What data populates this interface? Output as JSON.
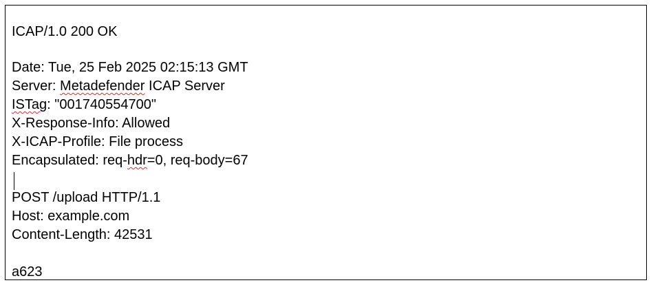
{
  "document": {
    "status_line": "ICAP/1.0 200 OK",
    "headers": {
      "date": "Date: Tue, 25 Feb 2025 02:15:13 GMT",
      "server_prefix": "Server: ",
      "server_flagged": "Metadefender",
      "server_suffix": " ICAP Server",
      "istag_flagged": "ISTag",
      "istag_suffix": ": \"001740554700\"",
      "response_info": "X-Response-Info: Allowed",
      "icap_profile": "X-ICAP-Profile: File process",
      "encapsulated_prefix": "Encapsulated: req-",
      "encapsulated_flagged": "hdr",
      "encapsulated_suffix": "=0, req-body=67"
    },
    "http_request": {
      "request_line": "POST /upload HTTP/1.1",
      "host": "Host: example.com",
      "content_length": "Content-Length: 42531"
    },
    "body_chunk": "a623"
  },
  "colors": {
    "text": "#000000",
    "border": "#000000",
    "spellcheck": "#d32f2f"
  }
}
